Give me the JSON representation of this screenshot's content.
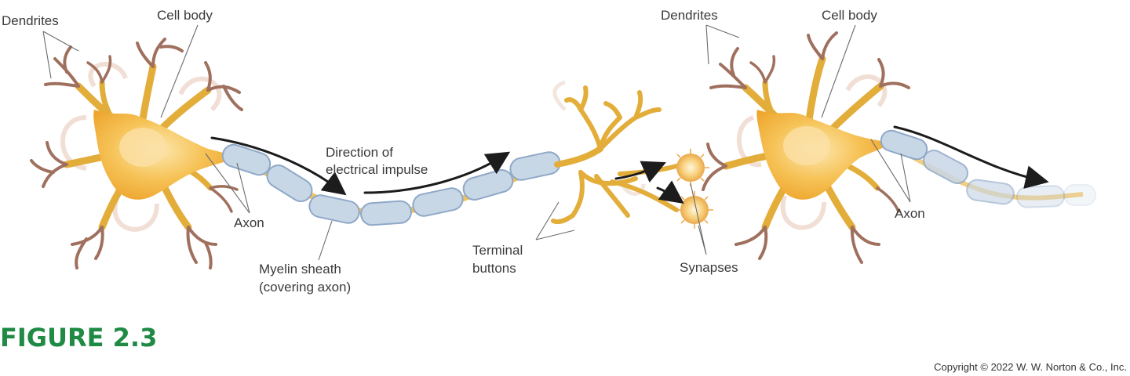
{
  "labels": {
    "dendrites_left": "Dendrites",
    "cell_body_left": "Cell body",
    "axon_left": "Axon",
    "myelin_line1": "Myelin sheath",
    "myelin_line2": "(covering axon)",
    "direction_line1": "Direction of",
    "direction_line2": "electrical impulse",
    "terminal_line1": "Terminal",
    "terminal_line2": "buttons",
    "synapses": "Synapses",
    "dendrites_right": "Dendrites",
    "cell_body_right": "Cell body",
    "axon_right": "Axon"
  },
  "figure_label": "FIGURE 2.3",
  "copyright": "Copyright © 2022 W. W. Norton & Co., Inc.",
  "colors": {
    "figure_label": "#1e8a44",
    "cell_body": "#f2b33c",
    "dendrite_tips": "#a0705e",
    "myelin": "#c8d7e6"
  }
}
